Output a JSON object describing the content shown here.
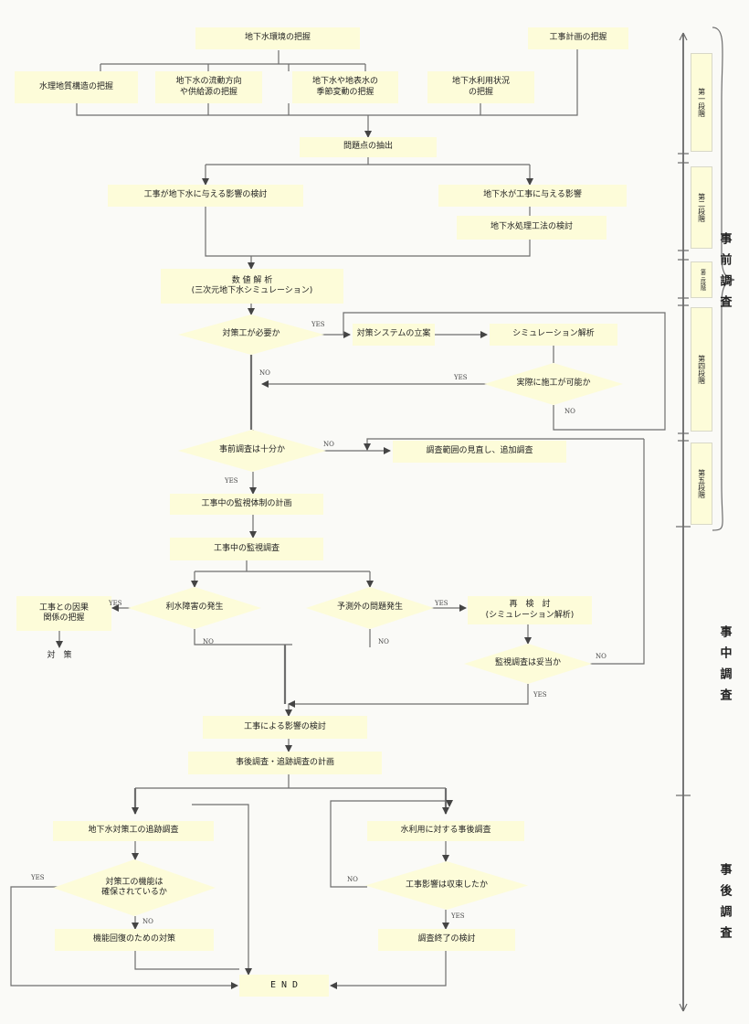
{
  "nodes": {
    "gw_env": "地下水環境の把握",
    "construction": "工事計画の把握",
    "geo": "水理地質構造の把握",
    "flow": "地下水の流動方向\nや供給源の把握",
    "seasonal": "地下水や地表水の\n季節変動の把握",
    "usage": "地下水利用状況\nの把握",
    "problems": "問題点の抽出",
    "impact_gw": "工事が地下水に与える影響の検討",
    "impact_work": "地下水が工事に与える影響",
    "treatment": "地下水処理工法の検討",
    "numerical": "数 値 解 析\n(三次元地下水シミュレーション)",
    "need": "対策工が必要か",
    "proposal": "対策システムの立案",
    "simulation": "シミュレーション解析",
    "feasible": "実際に施工が可能か",
    "sufficient": "事前調査は十分か",
    "review": "調査範囲の見直し、追加調査",
    "monitor_plan": "工事中の監視体制の計画",
    "monitor": "工事中の監視調査",
    "causal": "工事との因果\n関係の把握",
    "measures": "対　策",
    "water_damage": "利水障害の発生",
    "unexpected": "予測外の問題発生",
    "reexam": "再　検　討\n(シミュレーション解析)",
    "appropriate": "監視調査は妥当か",
    "effect": "工事による影響の検討",
    "post_plan": "事後調査・追跡調査の計画",
    "trace": "地下水対策工の追跡調査",
    "function": "対策工の機能は\n確保されているか",
    "restore": "機能回復のための対策",
    "post_survey": "水利用に対する事後調査",
    "converged": "工事影響は収束したか",
    "end_review": "調査終了の検討",
    "end": "E N D"
  },
  "labels": {
    "yes": "YES",
    "no": "NO"
  },
  "stages": [
    "第一段階",
    "第二段階",
    "第三段階",
    "第四段階",
    "第五段階"
  ],
  "phases": [
    "事前調査",
    "事中調査",
    "事後調査"
  ],
  "colors": {
    "box_fill": "#fdfcd9",
    "line": "#6e6e6e",
    "background": "#fafaf7"
  }
}
